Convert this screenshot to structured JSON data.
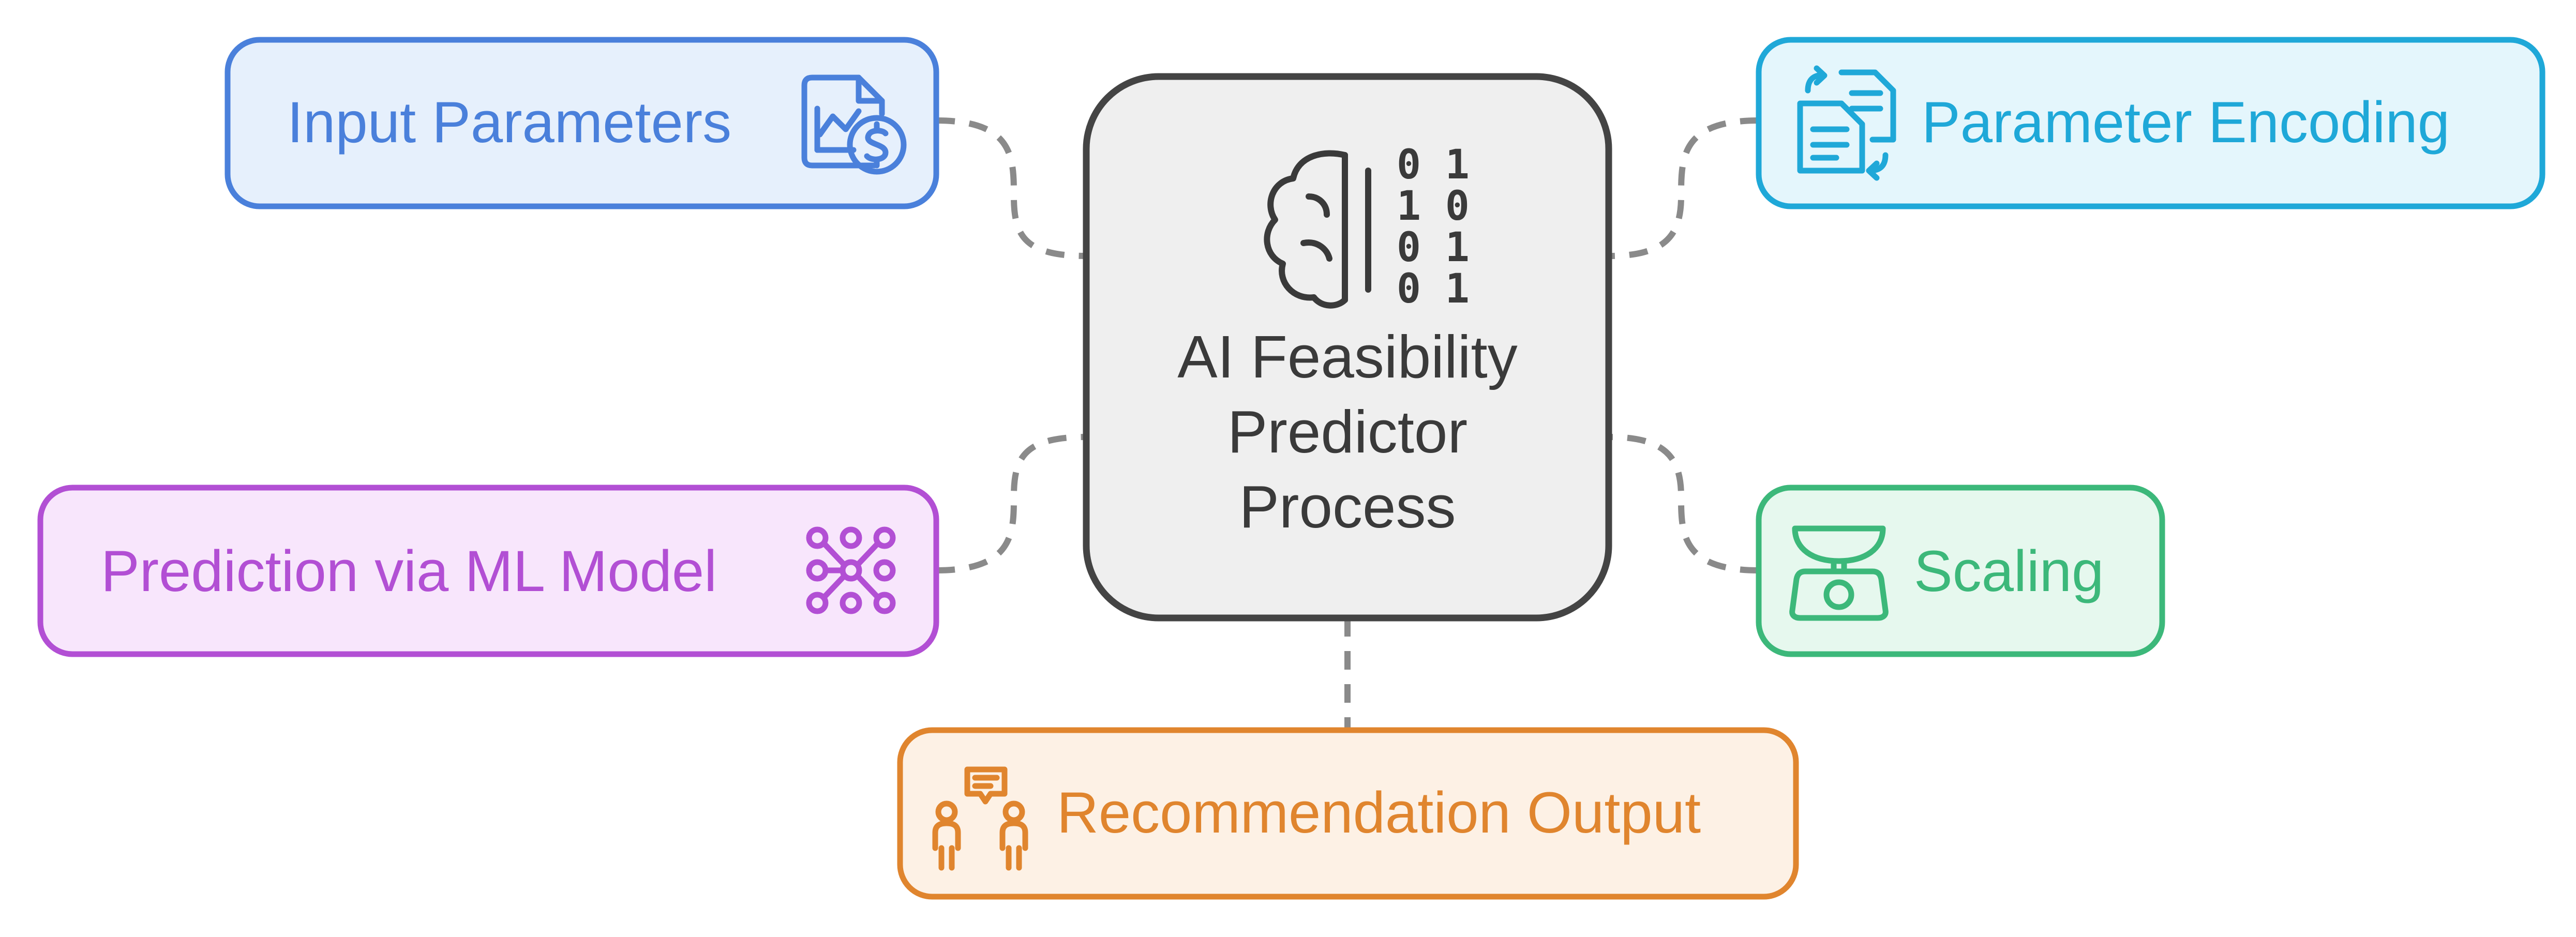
{
  "diagram": {
    "center": {
      "title_lines": [
        "AI Feasibility",
        "Predictor",
        "Process"
      ],
      "icon": "brain-binary-icon",
      "binary_rows": [
        "0 1",
        "1 0",
        "0 1",
        "0 1"
      ]
    },
    "nodes": {
      "input_parameters": {
        "label": "Input Parameters",
        "icon": "chart-dollar-document-icon",
        "color": "#4a80db",
        "fill": "#e6f0fc"
      },
      "parameter_encoding": {
        "label": "Parameter Encoding",
        "icon": "document-swap-icon",
        "color": "#1fa8d8",
        "fill": "#e4f6fc"
      },
      "prediction_ml_model": {
        "label": "Prediction via ML Model",
        "icon": "network-grid-icon",
        "color": "#b24fd4",
        "fill": "#f8e6fc"
      },
      "scaling": {
        "label": "Scaling",
        "icon": "weighing-scale-icon",
        "color": "#3cb87a",
        "fill": "#e6f8ee"
      },
      "recommendation_output": {
        "label": "Recommendation Output",
        "icon": "people-chat-icon",
        "color": "#e0852e",
        "fill": "#fdf1e5"
      }
    },
    "center_style": {
      "stroke": "#444444",
      "fill": "#efefef",
      "text": "#3a3a3a"
    },
    "connector_color": "#8a8a8a"
  }
}
